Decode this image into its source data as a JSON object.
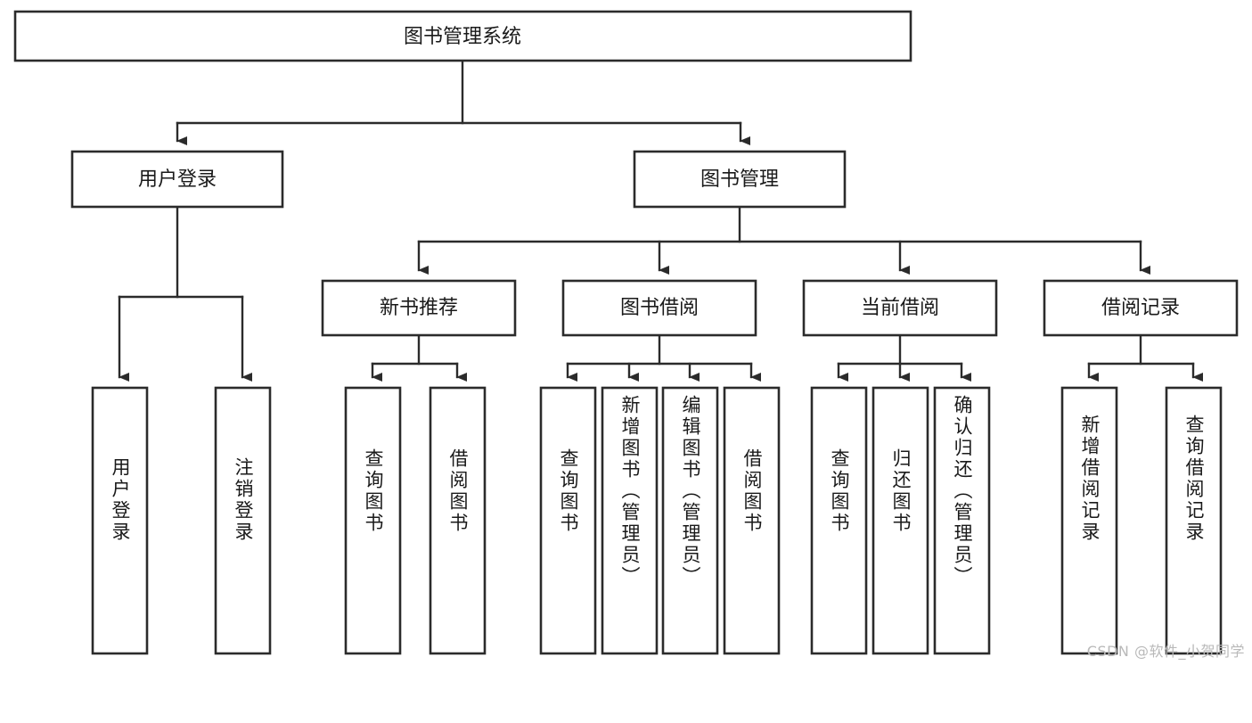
{
  "diagram": {
    "type": "tree-flowchart",
    "title": "图书管理系统",
    "orientation": "top-down",
    "colors": {
      "box_fill": "#ffffff",
      "box_stroke": "#2b2b2b",
      "text": "#1a1a1a",
      "background": "#ffffff",
      "watermark": "#b9b9b9"
    },
    "root": {
      "label": "图书管理系统"
    },
    "level2": [
      {
        "label": "用户登录"
      },
      {
        "label": "图书管理"
      }
    ],
    "level3": [
      {
        "label": "新书推荐"
      },
      {
        "label": "图书借阅"
      },
      {
        "label": "当前借阅"
      },
      {
        "label": "借阅记录"
      }
    ],
    "leaves": {
      "user_login": [
        {
          "label": "用户登录"
        },
        {
          "label": "注销登录"
        }
      ],
      "new_book_recommend": [
        {
          "label": "查询图书"
        },
        {
          "label": "借阅图书"
        }
      ],
      "book_borrow": [
        {
          "label": "查询图书"
        },
        {
          "label": "新增图书（管理员）"
        },
        {
          "label": "编辑图书（管理员）"
        },
        {
          "label": "借阅图书"
        }
      ],
      "current_borrow": [
        {
          "label": "查询图书"
        },
        {
          "label": "归还图书"
        },
        {
          "label": "确认归还（管理员）"
        }
      ],
      "borrow_record": [
        {
          "label": "新增借阅记录"
        },
        {
          "label": "查询借阅记录"
        }
      ]
    }
  },
  "watermark": {
    "text": "CSDN @软件_小贺同学"
  }
}
